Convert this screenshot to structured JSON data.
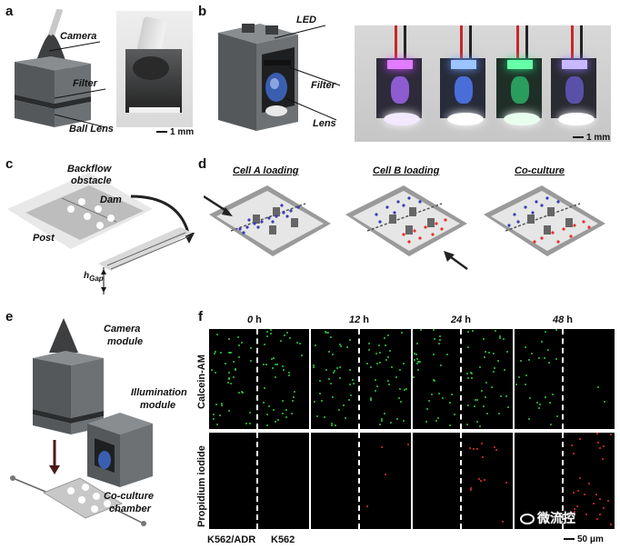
{
  "panels": {
    "a": {
      "letter": "a",
      "labels": {
        "camera": "Camera",
        "filter": "Filter",
        "ball_lens": "Ball Lens"
      },
      "scale": "1 mm"
    },
    "b": {
      "letter": "b",
      "labels": {
        "led": "LED",
        "filter": "Filter",
        "lens": "Lens"
      },
      "scale": "1 mm"
    },
    "c": {
      "letter": "c",
      "labels": {
        "backflow": "Backflow",
        "obstacle": "obstacle",
        "dam": "Dam",
        "post": "Post",
        "hgap_main": "h",
        "hgap_sub": "Gap"
      }
    },
    "d": {
      "letter": "d",
      "titles": [
        "Cell A loading",
        "Cell B loading",
        "Co-culture"
      ]
    },
    "e": {
      "letter": "e",
      "labels": {
        "camera1": "Camera",
        "camera2": "module",
        "illum1": "Illumination",
        "illum2": "module",
        "coculture1": "Co-culture",
        "coculture2": "chamber"
      }
    },
    "f": {
      "letter": "f",
      "times": [
        {
          "num": "0",
          "unit": " h"
        },
        {
          "num": "12",
          "unit": " h"
        },
        {
          "num": "24",
          "unit": " h"
        },
        {
          "num": "48",
          "unit": " h"
        }
      ],
      "rows": [
        "Calcein-AM",
        "Propidium iodide"
      ],
      "bottom_left": "K562/ADR",
      "bottom_right": "K562",
      "scale": "50 μm"
    }
  },
  "watermark": "微流控",
  "colors": {
    "green_cell": "#2ecc40",
    "red_cell": "#e8302a",
    "blue_cell": "#3a3ab8",
    "device_gray": "#5a5d60",
    "chip_gray": "#c8c8c8"
  }
}
